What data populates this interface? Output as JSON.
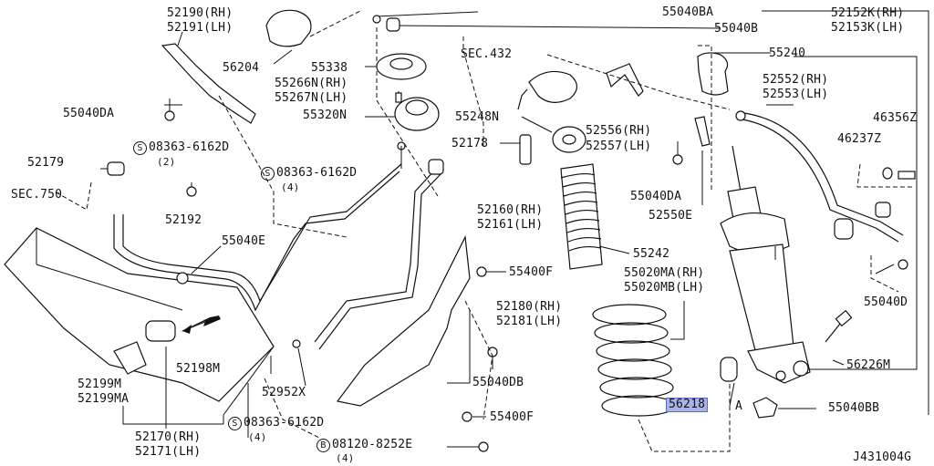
{
  "diagram": {
    "code": "J431004G",
    "labels": {
      "p52190": "52190(RH)",
      "p52191": "52191(LH)",
      "p56204": "56204",
      "p55338": "55338",
      "p55266n": "55266N(RH)",
      "p55267n": "55267N(LH)",
      "p55320n": "55320N",
      "p55040da_top": "55040DA",
      "p52179": "52179",
      "sec750": "SEC.750",
      "bolt1": "08363-6162D",
      "bolt1_qty": "(2)",
      "bolt2": "08363-6162D",
      "bolt2_qty": "(4)",
      "p52192": "52192",
      "p55040e": "55040E",
      "p52198m": "52198M",
      "p52199m": "52199M",
      "p52199ma": "52199MA",
      "p52170": "52170(RH)",
      "p52171": "52171(LH)",
      "bolt3": "08363-6162D",
      "bolt3_qty": "(4)",
      "p52952x": "52952X",
      "bolt4": "08120-8252E",
      "bolt4_qty": "(4)",
      "p55400f_a": "55400F",
      "p55400f_b": "55400F",
      "p52180": "52180(RH)",
      "p52181": "52181(LH)",
      "p55040db": "55040DB",
      "p52160": "52160(RH)",
      "p52161": "52161(LH)",
      "p52178": "52178",
      "p55248n": "55248N",
      "sec432": "SEC.432",
      "p55040ba": "55040BA",
      "p55040b": "55040B",
      "p55240": "55240",
      "p52556": "52556(RH)",
      "p52557": "52557(LH)",
      "p55040da_mid": "55040DA",
      "p52550e": "52550E",
      "p55242": "55242",
      "p55020ma": "55020MA(RH)",
      "p55020mb": "55020MB(LH)",
      "p56218": "56218",
      "p56218_ref": "A",
      "p52152k": "52152K(RH)",
      "p52153k": "52153K(LH)",
      "p52552": "52552(RH)",
      "p52553": "52553(LH)",
      "p46356z": "46356Z",
      "p46237z": "46237Z",
      "p55040d": "55040D",
      "p56226m": "56226M",
      "p55040bb": "55040BB"
    },
    "markers": {
      "s": "S",
      "b": "B"
    }
  }
}
